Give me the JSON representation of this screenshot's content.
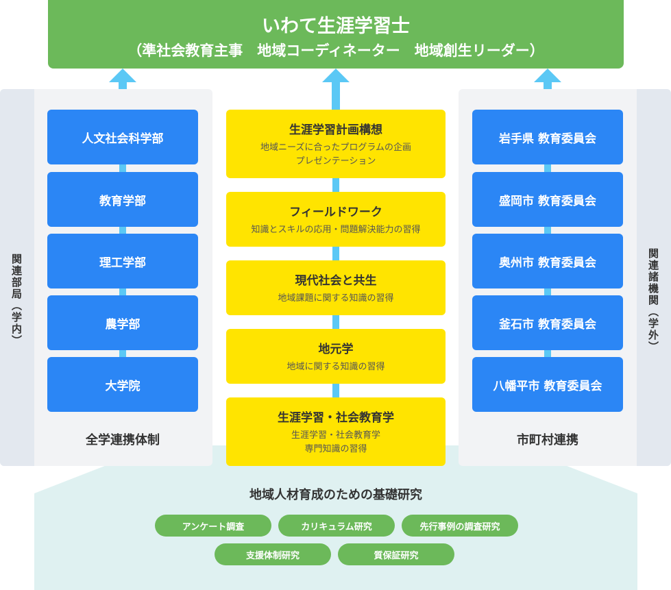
{
  "header": {
    "title": "いわて生涯学習士",
    "subtitle": "（準社会教育主事　地域コーディネーター　地域創生リーダー）"
  },
  "left": {
    "side_label": "関連部局（学内）",
    "items": [
      "人文社会科学部",
      "教育学部",
      "理工学部",
      "農学部",
      "大学院"
    ],
    "footer": "全学連携体制"
  },
  "center": {
    "items": [
      {
        "title": "生涯学習計画構想",
        "desc": "地域ニーズに合ったプログラムの企画\nプレゼンテーション"
      },
      {
        "title": "フィールドワーク",
        "desc": "知識とスキルの応用・問題解決能力の習得"
      },
      {
        "title": "現代社会と共生",
        "desc": "地域課題に関する知識の習得"
      },
      {
        "title": "地元学",
        "desc": "地域に関する知識の習得"
      },
      {
        "title": "生涯学習・社会教育学",
        "desc": "生涯学習・社会教育学\n専門知識の習得"
      }
    ]
  },
  "right": {
    "side_label": "関連諸機関（学外）",
    "items": [
      "岩手県 教育委員会",
      "盛岡市 教育委員会",
      "奥州市 教育委員会",
      "釜石市 教育委員会",
      "八幡平市 教育委員会"
    ],
    "footer": "市町村連携"
  },
  "research": {
    "title": "地域人材育成のための基礎研究",
    "tags": [
      "アンケート調査",
      "カリキュラム研究",
      "先行事例の調査研究",
      "支援体制研究",
      "質保証研究"
    ]
  },
  "colors": {
    "green": "#6cb95a",
    "blue": "#2b86f5",
    "yellow": "#ffe400",
    "arrow": "#5bc8f5",
    "teal": "#dff1f1"
  }
}
